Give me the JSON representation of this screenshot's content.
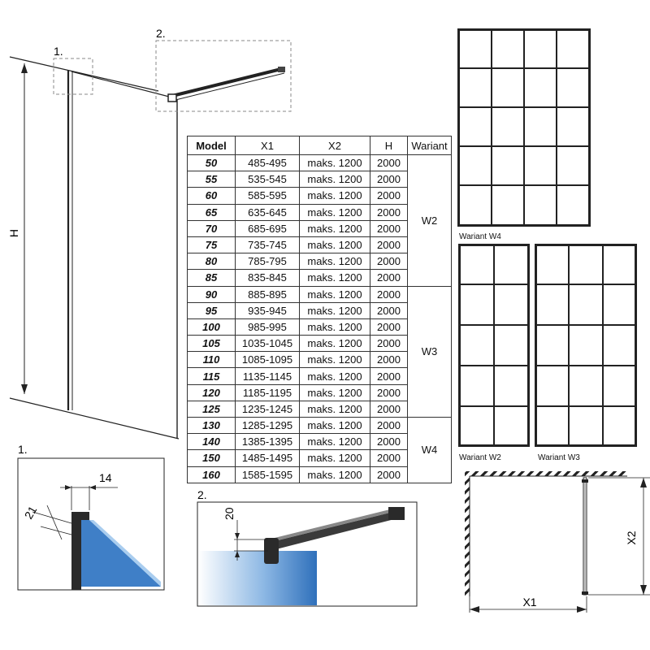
{
  "labels": {
    "callout1": "1.",
    "callout2": "2.",
    "detail1_title": "1.",
    "detail2_title": "2.",
    "dim_14": "14",
    "dim_21": "21",
    "dim_20": "20",
    "dim_H": "H",
    "dim_X1": "X1",
    "dim_X2": "X2"
  },
  "captions": {
    "w4": "Wariant W4",
    "w2": "Wariant W2",
    "w3": "Wariant W3"
  },
  "table": {
    "headers": [
      "Model",
      "X1",
      "X2",
      "H",
      "Wariant"
    ],
    "rows": [
      [
        "50",
        "485-495",
        "maks. 1200",
        "2000"
      ],
      [
        "55",
        "535-545",
        "maks. 1200",
        "2000"
      ],
      [
        "60",
        "585-595",
        "maks. 1200",
        "2000"
      ],
      [
        "65",
        "635-645",
        "maks. 1200",
        "2000"
      ],
      [
        "70",
        "685-695",
        "maks. 1200",
        "2000"
      ],
      [
        "75",
        "735-745",
        "maks. 1200",
        "2000"
      ],
      [
        "80",
        "785-795",
        "maks. 1200",
        "2000"
      ],
      [
        "85",
        "835-845",
        "maks. 1200",
        "2000"
      ],
      [
        "90",
        "885-895",
        "maks. 1200",
        "2000"
      ],
      [
        "95",
        "935-945",
        "maks. 1200",
        "2000"
      ],
      [
        "100",
        "985-995",
        "maks. 1200",
        "2000"
      ],
      [
        "105",
        "1035-1045",
        "maks. 1200",
        "2000"
      ],
      [
        "110",
        "1085-1095",
        "maks. 1200",
        "2000"
      ],
      [
        "115",
        "1135-1145",
        "maks. 1200",
        "2000"
      ],
      [
        "120",
        "1185-1195",
        "maks. 1200",
        "2000"
      ],
      [
        "125",
        "1235-1245",
        "maks. 1200",
        "2000"
      ],
      [
        "130",
        "1285-1295",
        "maks. 1200",
        "2000"
      ],
      [
        "140",
        "1385-1395",
        "maks. 1200",
        "2000"
      ],
      [
        "150",
        "1485-1495",
        "maks. 1200",
        "2000"
      ],
      [
        "160",
        "1585-1595",
        "maks. 1200",
        "2000"
      ]
    ],
    "variants": [
      {
        "label": "W2",
        "rows": 8
      },
      {
        "label": "W3",
        "rows": 8
      },
      {
        "label": "W4",
        "rows": 4
      }
    ]
  },
  "colors": {
    "line": "#1a1a1a",
    "glass_blue": "#3f7fc7",
    "dashed": "#888888"
  }
}
